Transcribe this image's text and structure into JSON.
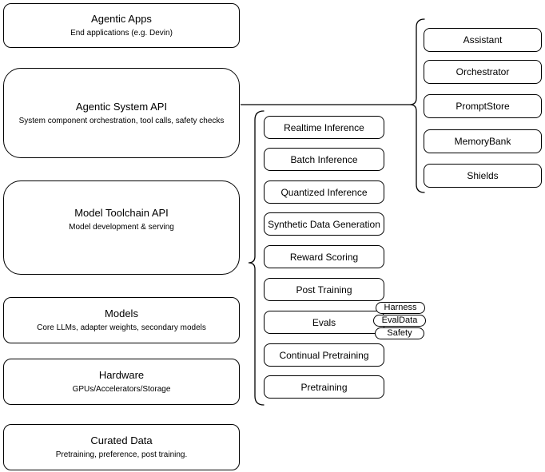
{
  "diagram": {
    "title_hint": "Agentic AI stack diagram",
    "colors": {
      "stroke": "#000000",
      "background": "#ffffff",
      "text": "#000000"
    },
    "left_stack": [
      {
        "title": "Agentic Apps",
        "subtitle": "End applications (e.g. Devin)"
      },
      {
        "title": "Agentic System API",
        "subtitle": "System component orchestration, tool calls, safety checks"
      },
      {
        "title": "Model Toolchain API",
        "subtitle": "Model development & serving"
      },
      {
        "title": "Models",
        "subtitle": "Core LLMs, adapter weights, secondary models"
      },
      {
        "title": "Hardware",
        "subtitle": "GPUs/Accelerators/Storage"
      },
      {
        "title": "Curated Data",
        "subtitle": "Pretraining, preference, post training."
      }
    ],
    "toolchain_group": {
      "items": [
        {
          "label": "Realtime Inference"
        },
        {
          "label": "Batch Inference"
        },
        {
          "label": "Quantized Inference"
        },
        {
          "label": "Synthetic Data Generation"
        },
        {
          "label": "Reward Scoring"
        },
        {
          "label": "Post Training"
        },
        {
          "label": "Evals"
        },
        {
          "label": "Continual Pretraining"
        },
        {
          "label": "Pretraining"
        }
      ],
      "evals_tags": [
        {
          "label": "Harness"
        },
        {
          "label": "EvalData"
        },
        {
          "label": "Safety"
        }
      ]
    },
    "agentic_group": {
      "items": [
        {
          "label": "Assistant"
        },
        {
          "label": "Orchestrator"
        },
        {
          "label": "PromptStore"
        },
        {
          "label": "MemoryBank"
        },
        {
          "label": "Shields"
        }
      ]
    }
  }
}
